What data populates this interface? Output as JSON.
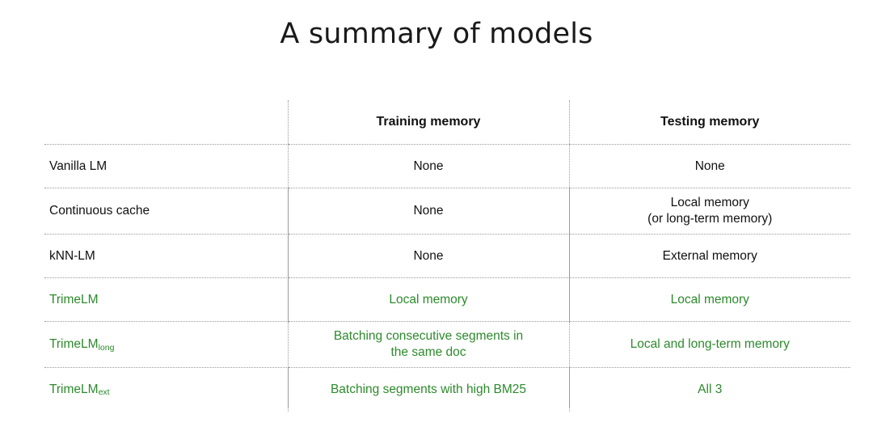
{
  "slide": {
    "title": "A summary of models",
    "accent_green": "#2d8a2d",
    "text_color": "#111111",
    "rule_color": "#9a9a9a",
    "background": "#ffffff"
  },
  "table": {
    "headers": {
      "model": "",
      "training": "Training memory",
      "testing": "Testing memory"
    },
    "rows": [
      {
        "model": "Vanilla LM",
        "model_sub": "",
        "training": "None",
        "testing_line1": "None",
        "testing_line2": "",
        "training_line2": "",
        "highlight": false
      },
      {
        "model": "Continuous cache",
        "model_sub": "",
        "training": "None",
        "testing_line1": "Local memory",
        "testing_line2": "(or long-term memory)",
        "training_line2": "",
        "highlight": false
      },
      {
        "model": "kNN-LM",
        "model_sub": "",
        "training": "None",
        "testing_line1": "External memory",
        "testing_line2": "",
        "training_line2": "",
        "highlight": false
      },
      {
        "model": "TrimeLM",
        "model_sub": "",
        "training": "Local memory",
        "testing_line1": "Local memory",
        "testing_line2": "",
        "training_line2": "",
        "highlight": true
      },
      {
        "model": "TrimeLM",
        "model_sub": "long",
        "training": "Batching consecutive segments in",
        "training_line2": "the same doc",
        "testing_line1": "Local and long-term memory",
        "testing_line2": "",
        "highlight": true
      },
      {
        "model": "TrimeLM",
        "model_sub": "ext",
        "training": "Batching segments with high BM25",
        "training_line2": "",
        "testing_line1": "All 3",
        "testing_line2": "",
        "highlight": true
      }
    ]
  }
}
